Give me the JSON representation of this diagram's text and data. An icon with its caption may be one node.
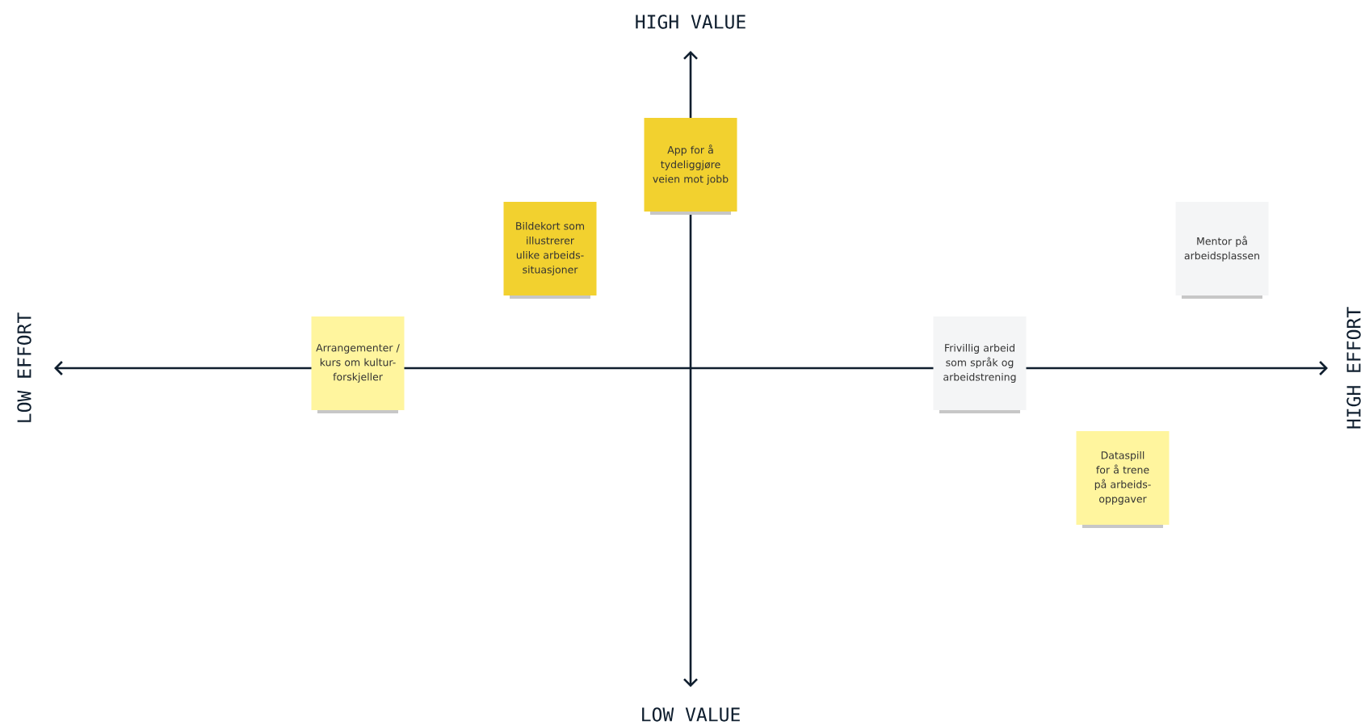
{
  "diagram": {
    "nodes": [
      {
        "text": [
          "App for å tydeliggjøre veien mot jobb"
        ]
      },
      {
        "text": [
          "Bildekort som illustrerer ulike arbeids- situasjoner"
        ]
      },
      {
        "text": [
          "Mentor på arbeidsplassen"
        ]
      },
      {
        "text": [
          "Arrangementer / kurs om kultur- forskjeller"
        ]
      },
      {
        "text": [
          "Frivillig arbeid som språk og arbeidstrening"
        ]
      },
      {
        "text": [
          "Dataspill for å trene på arbeids- oppgaver"
        ]
      }
    ],
    "labels": [
      "HIGH VALUE",
      "LOW EFFORT",
      "HIGH EFFORT",
      "LOW VALUE"
    ]
  }
}
